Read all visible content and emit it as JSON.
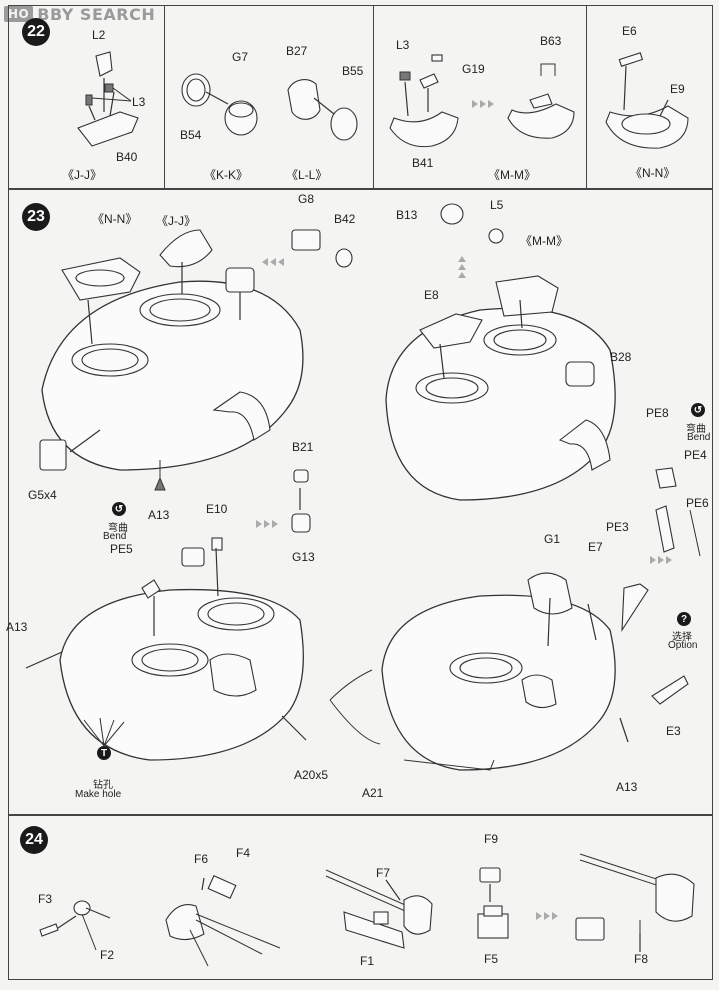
{
  "watermark": {
    "box": "HO",
    "text": "BBY SEARCH"
  },
  "steps": {
    "s22": {
      "number": "22",
      "labels": {
        "L2": "L2",
        "L3a": "L3",
        "B40": "B40",
        "JJ": "《J-J》",
        "G7": "G7",
        "B54": "B54",
        "KK": "《K-K》",
        "B27": "B27",
        "B55": "B55",
        "LL": "《L-L》",
        "L3b": "L3",
        "G19": "G19",
        "B63": "B63",
        "B41": "B41",
        "MM": "《M-M》",
        "E6": "E6",
        "E9": "E9",
        "NN": "《N-N》"
      }
    },
    "s23": {
      "number": "23",
      "labels": {
        "NN": "《N-N》",
        "JJ": "《J-J》",
        "G8": "G8",
        "B42": "B42",
        "G5x4": "G5x4",
        "A13a": "A13",
        "B21": "B21",
        "G13": "G13",
        "B13": "B13",
        "L5": "L5",
        "MM": "《M-M》",
        "E8": "E8",
        "B28": "B28",
        "PE8": "PE8",
        "PE4": "PE4",
        "PE6": "PE6",
        "PE3": "PE3",
        "E10": "E10",
        "PE5": "PE5",
        "A13b": "A13",
        "A20x5": "A20x5",
        "G1": "G1",
        "E7": "E7",
        "E3": "E3",
        "A21": "A21",
        "A13c": "A13"
      },
      "notes": {
        "bend1": {
          "cn": "弯曲",
          "en": "Bend"
        },
        "bend2": {
          "cn": "弯曲",
          "en": "Bend"
        },
        "hole": {
          "icon": "T",
          "cn": "钻孔",
          "en": "Make hole"
        },
        "option": {
          "icon": "?",
          "cn": "选择",
          "en": "Option"
        }
      }
    },
    "s24": {
      "number": "24",
      "labels": {
        "F3": "F3",
        "F2": "F2",
        "F6": "F6",
        "F4": "F4",
        "F7": "F7",
        "F1": "F1",
        "F9": "F9",
        "F5": "F5",
        "F8": "F8"
      }
    }
  },
  "icons": {
    "bend": "bend-icon",
    "hole": "drill-hole-icon",
    "option": "option-icon"
  }
}
